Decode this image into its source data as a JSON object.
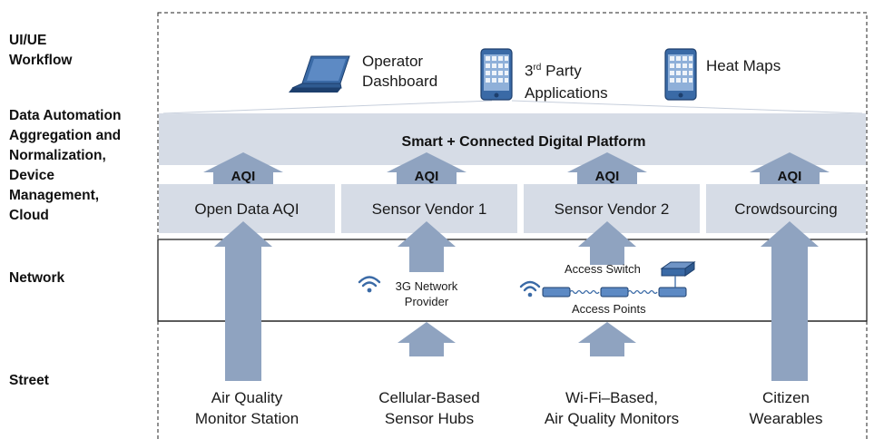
{
  "layers": {
    "ui": [
      "UI/UE",
      "Workflow"
    ],
    "data": [
      "Data Automation",
      "Aggregation and",
      "Normalization,",
      "Device",
      "Management,",
      "Cloud"
    ],
    "network": "Network",
    "street": "Street"
  },
  "apps": {
    "operator": [
      "Operator",
      "Dashboard"
    ],
    "third_party": {
      "prefix": "3",
      "sup": "rd",
      "suffix": " Party",
      "line2": "Applications"
    },
    "heat_maps": "Heat Maps"
  },
  "platform": {
    "title": "Smart + Connected Digital Platform"
  },
  "aqi_label": "AQI",
  "sources": [
    "Open Data AQI",
    "Sensor Vendor 1",
    "Sensor Vendor 2",
    "Crowdsourcing"
  ],
  "network_items": {
    "provider": [
      "3G Network",
      "Provider"
    ],
    "access_switch": "Access Switch",
    "access_points": "Access Points"
  },
  "street_items": [
    [
      "Air Quality",
      "Monitor Station"
    ],
    [
      "Cellular-Based",
      "Sensor Hubs"
    ],
    [
      "Wi-Fi–Based,",
      "Air Quality Monitors"
    ],
    [
      "Citizen",
      "Wearables"
    ]
  ],
  "colors": {
    "panel": "#d6dce6",
    "arrow": "#8fa3c0",
    "device": "#3a6aa6",
    "line": "#222222"
  }
}
